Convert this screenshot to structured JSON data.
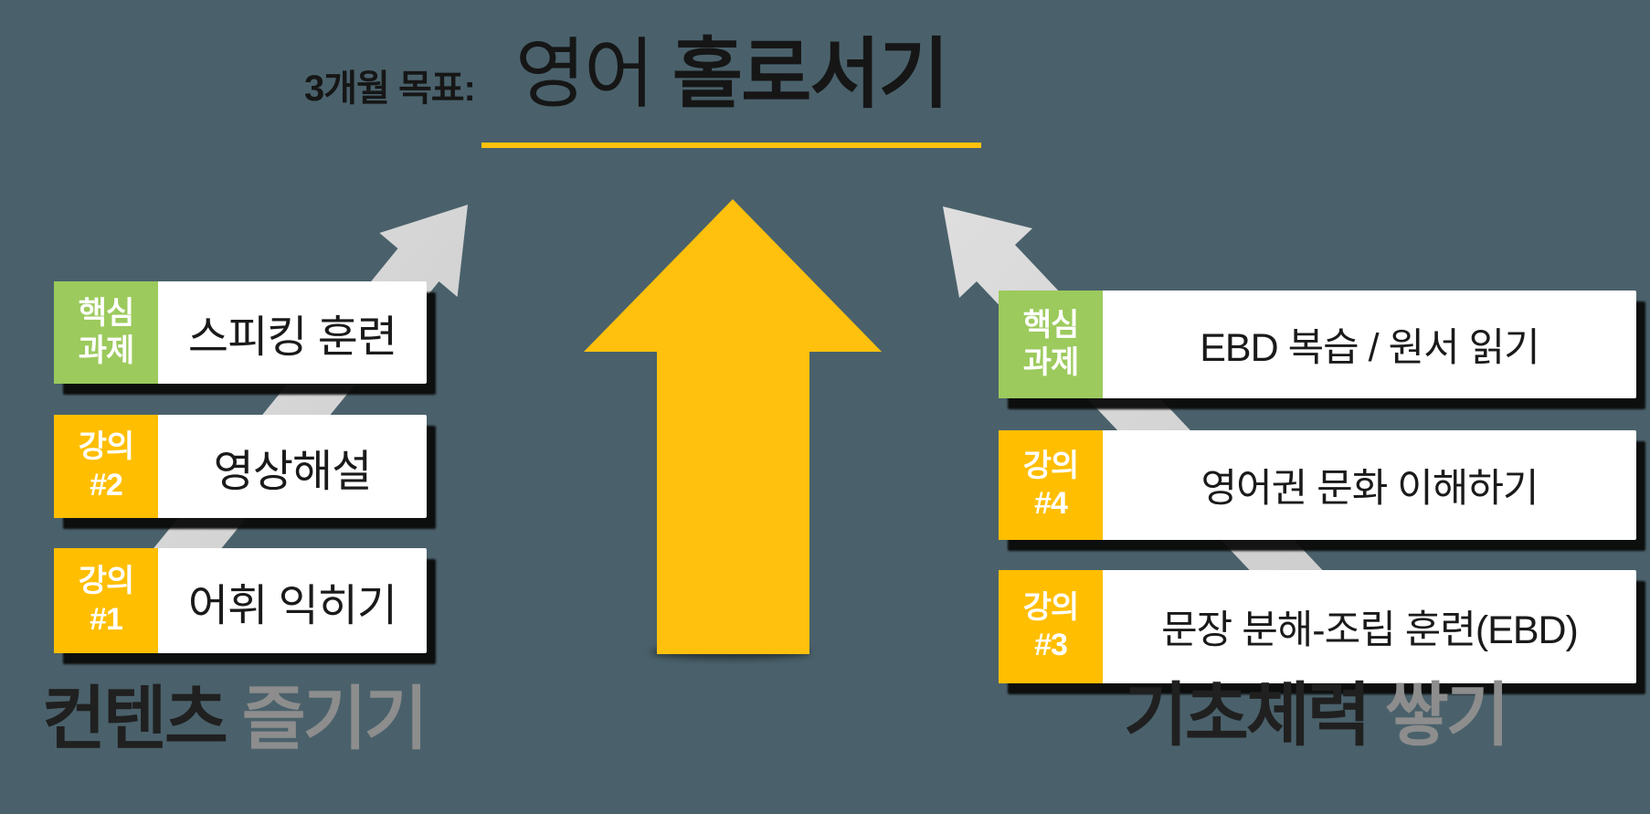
{
  "title": {
    "prefix": "3개월 목표:",
    "main_regular": "영어",
    "main_heavy": "홀로서기"
  },
  "left": {
    "caption_main": "컨텐츠",
    "caption_sub": "즐기기",
    "items": [
      {
        "tag_line1": "핵심",
        "tag_line2": "과제",
        "tag_color": "#9cca5d",
        "text": "스피킹 훈련"
      },
      {
        "tag_line1": "강의",
        "tag_line2": "#2",
        "tag_color": "#ffbe00",
        "text": "영상해설"
      },
      {
        "tag_line1": "강의",
        "tag_line2": "#1",
        "tag_color": "#ffbe00",
        "text": "어휘 익히기"
      }
    ]
  },
  "right": {
    "caption_main": "기초체력",
    "caption_sub": "쌓기",
    "items": [
      {
        "tag_line1": "핵심",
        "tag_line2": "과제",
        "tag_color": "#9cca5d",
        "text": "EBD 복습 / 원서 읽기"
      },
      {
        "tag_line1": "강의",
        "tag_line2": "#4",
        "tag_color": "#ffbe00",
        "text": "영어권 문화 이해하기"
      },
      {
        "tag_line1": "강의",
        "tag_line2": "#3",
        "tag_color": "#ffbe00",
        "text": "문장 분해-조립 훈련(EBD)"
      }
    ]
  },
  "colors": {
    "background": "#4a616b",
    "card_bg": "#ffffff",
    "tag_green": "#9cca5d",
    "tag_yellow": "#ffbe00",
    "big_arrow_yellow": "#ffc10d",
    "diagonal_arrow_gray": "#d5d5d5",
    "title_underline": "#ffc20e",
    "caption_muted": "#8d8d8d",
    "text_dark": "#1a1a1a",
    "card_shadow": "#0d0d0d"
  }
}
